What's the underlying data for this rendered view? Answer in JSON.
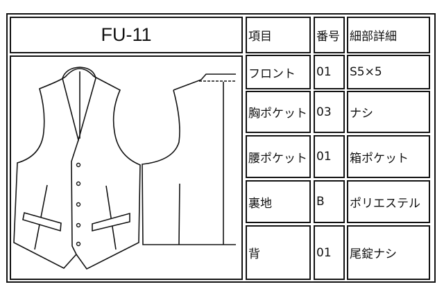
{
  "title": "FU-11",
  "headers": {
    "item": "項目",
    "number": "番号",
    "detail": "細部詳細"
  },
  "rows": [
    {
      "item": "フロント",
      "number": "01",
      "detail": "S5×5"
    },
    {
      "item": "胸ポケット",
      "number": "03",
      "detail": "ナシ"
    },
    {
      "item": "腰ポケット",
      "number": "01",
      "detail": "箱ポケット"
    },
    {
      "item": "裏地",
      "number": "B",
      "detail": "ポリエステル"
    },
    {
      "item": "背",
      "number": "01",
      "detail": "尾錠ナシ"
    }
  ]
}
